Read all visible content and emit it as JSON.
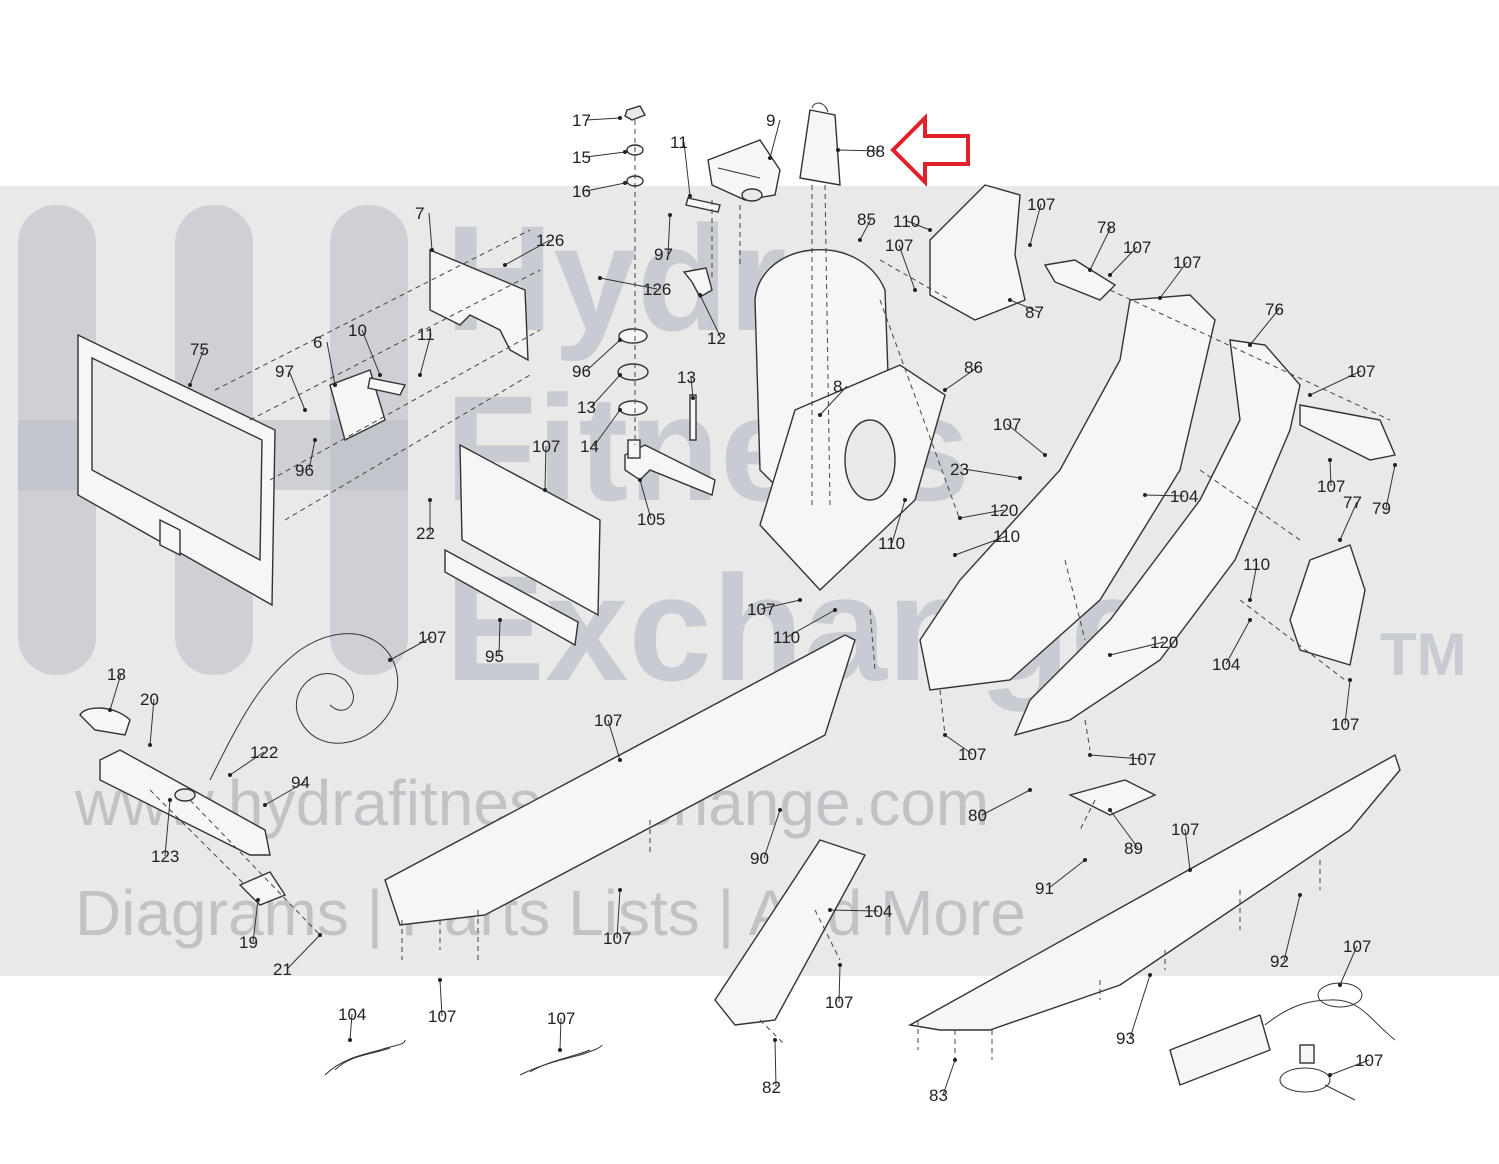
{
  "watermark": {
    "brand_line1": "Hydra",
    "brand_line2": "Fitness",
    "brand_line3": "Exchange",
    "trademark": "TM",
    "url": "www.hydrafitnessexchange.com",
    "tagline": "Diagrams | Parts Lists | And More"
  },
  "callout": {
    "target_part": "88",
    "arrow_color": "#e0202a"
  },
  "part_labels": [
    "17",
    "15",
    "16",
    "9",
    "11",
    "88",
    "7",
    "126",
    "97",
    "126",
    "12",
    "110",
    "107",
    "85",
    "107",
    "87",
    "107",
    "78",
    "107",
    "76",
    "75",
    "6",
    "10",
    "11",
    "97",
    "96",
    "96",
    "13",
    "14",
    "13",
    "105",
    "8",
    "107",
    "86",
    "107",
    "22",
    "95",
    "23",
    "120",
    "110",
    "110",
    "104",
    "107",
    "107",
    "77",
    "79",
    "107",
    "110",
    "110",
    "120",
    "104",
    "107",
    "107",
    "18",
    "20",
    "122",
    "94",
    "123",
    "19",
    "21",
    "107",
    "90",
    "107",
    "107",
    "107",
    "107",
    "80",
    "89",
    "107",
    "91",
    "104",
    "107",
    "92",
    "93",
    "104",
    "107",
    "82",
    "83",
    "107",
    "107"
  ]
}
